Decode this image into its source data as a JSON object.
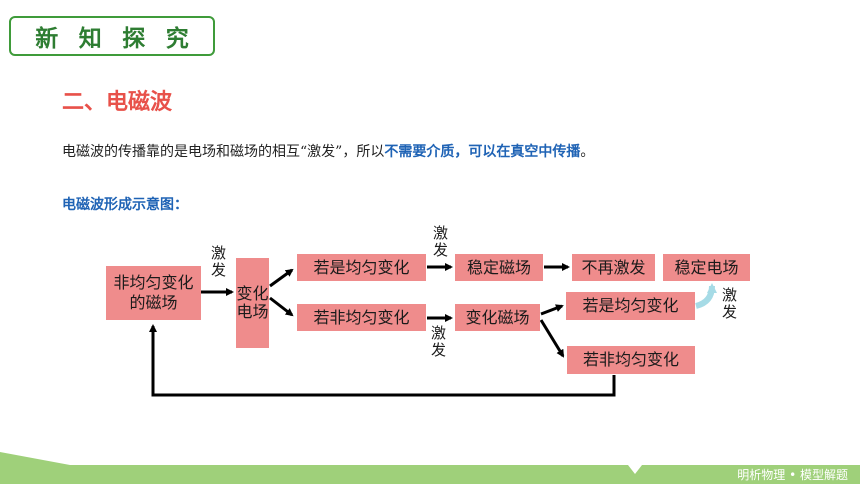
{
  "header": {
    "chars": [
      "新",
      "知",
      "探",
      "究"
    ]
  },
  "section": {
    "title": "二、电磁波"
  },
  "intro": {
    "text_before": "电磁波的传播靠的是电场和磁场的相互“激发”，所以",
    "text_emphasis": "不需要介质，可以在真空中传播",
    "text_after": "。"
  },
  "diagram": {
    "subtitle": "电磁波形成示意图：",
    "boxes": {
      "start": "非均匀变化的磁场",
      "changing_field": "变化电场",
      "uniform_change": "若是均匀变化",
      "stable_magnetic": "稳定磁场",
      "no_more": "不再激发",
      "stable_electric": "稳定电场",
      "nonuniform_change": "若非均匀变化",
      "changing_magnetic": "变化磁场",
      "uniform_change_2": "若是均匀变化",
      "nonuniform_change_2": "若非均匀变化"
    },
    "labels": {
      "excite_1": "激发",
      "excite_2": "激发",
      "excite_3": "激发",
      "excite_4": "激发"
    },
    "colors": {
      "box": "#ef8c8c",
      "arrow": "#000000",
      "curved_arrow": "#a6dbe6"
    }
  },
  "footer": {
    "text": "明析物理 • 模型解题"
  }
}
